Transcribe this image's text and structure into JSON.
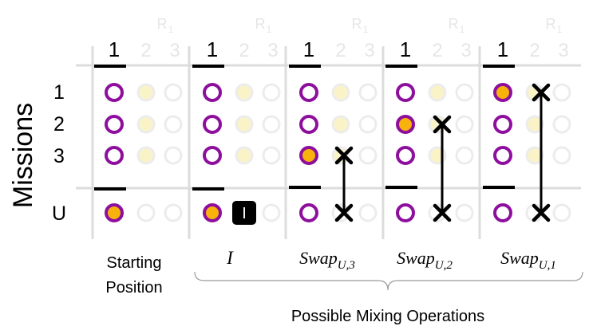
{
  "axis_label": "Missions",
  "row_labels": [
    "1",
    "2",
    "3",
    "U"
  ],
  "column_header": "1",
  "faint_header": {
    "r": "R",
    "sub": "1",
    "digits": [
      "2",
      "3"
    ]
  },
  "columns": [
    {
      "id": "start",
      "caption_lines": [
        "Starting",
        "Position"
      ],
      "filled_row": "U",
      "swap_with": null,
      "marker": null
    },
    {
      "id": "identity",
      "caption_main": "I",
      "filled_row": "U",
      "swap_with": null,
      "marker": "I"
    },
    {
      "id": "swap-u3",
      "caption_main": "Swap",
      "caption_sub": "U,3",
      "filled_row": "3",
      "swap_with": "3",
      "marker": null
    },
    {
      "id": "swap-u2",
      "caption_main": "Swap",
      "caption_sub": "U,2",
      "filled_row": "2",
      "swap_with": "2",
      "marker": null
    },
    {
      "id": "swap-u1",
      "caption_main": "Swap",
      "caption_sub": "U,1",
      "filled_row": "1",
      "swap_with": "1",
      "marker": null
    }
  ],
  "group_label": "Possible Mixing Operations",
  "colors": {
    "ring": "#8e0f9e",
    "fill": "#f7b20c",
    "faint_ring": "#ececec",
    "faint_fill": "#fbf3c8",
    "grid": "#dcdcdc",
    "ink": "#000000"
  }
}
